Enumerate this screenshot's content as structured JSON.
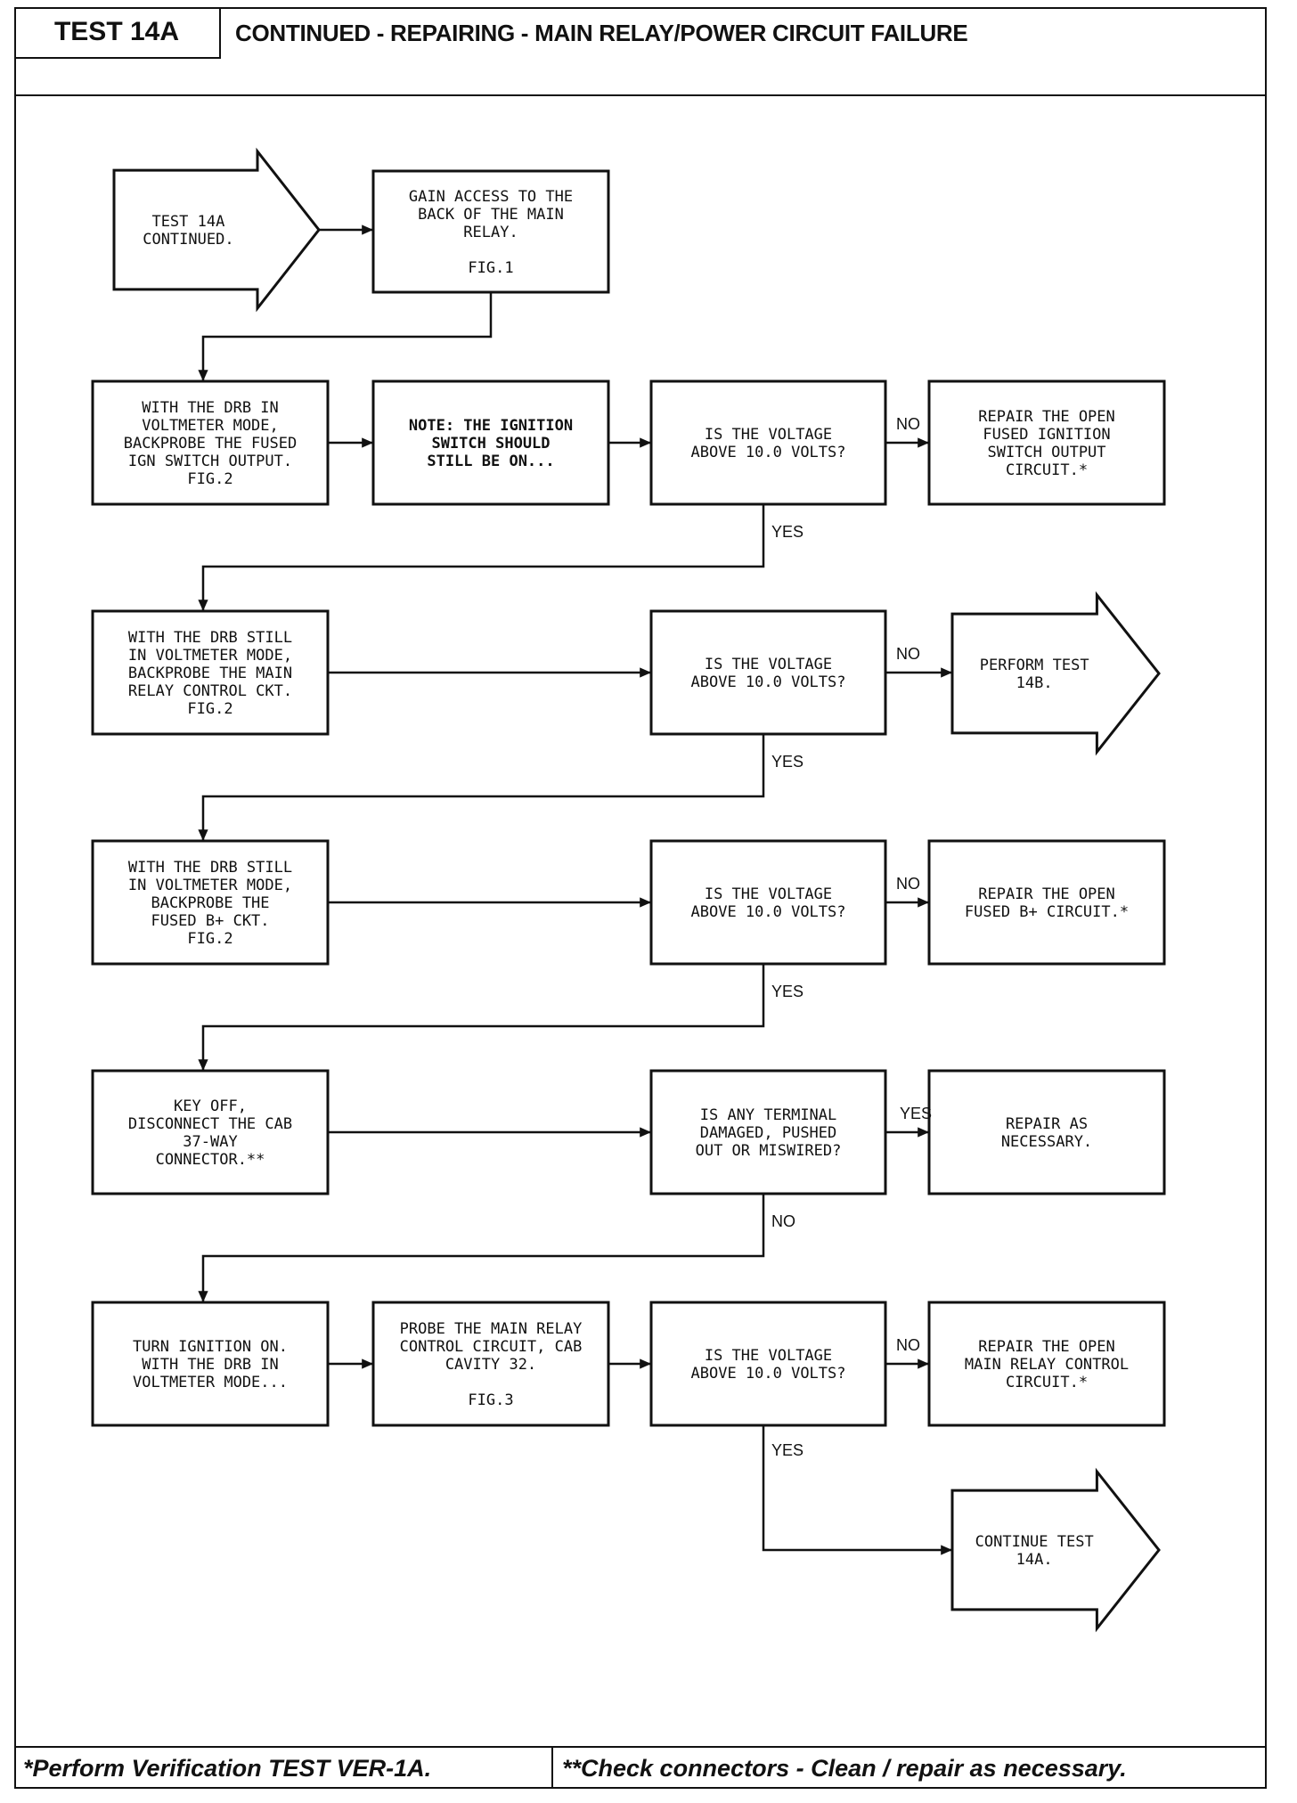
{
  "header": {
    "test_id": "TEST 14A",
    "title": "CONTINUED - REPAIRING - MAIN RELAY/POWER CIRCUIT FAILURE"
  },
  "footer": {
    "note_single": "*Perform Verification TEST VER-1A.",
    "note_double": "**Check connectors - Clean / repair as necessary."
  },
  "flow": {
    "start": [
      "TEST 14A",
      "CONTINUED."
    ],
    "gain_access": [
      "GAIN ACCESS TO THE",
      "BACK OF THE MAIN",
      "RELAY.",
      "",
      "FIG.1"
    ],
    "row1": {
      "action": [
        "WITH THE DRB IN",
        "VOLTMETER MODE,",
        "BACKPROBE THE FUSED",
        "IGN SWITCH OUTPUT.",
        "FIG.2"
      ],
      "note": [
        "NOTE: THE IGNITION",
        "SWITCH SHOULD",
        "STILL BE ON..."
      ],
      "question": [
        "IS THE VOLTAGE",
        "ABOVE 10.0 VOLTS?"
      ],
      "no_label": "NO",
      "no_result": [
        "REPAIR THE OPEN",
        "FUSED IGNITION",
        "SWITCH OUTPUT",
        "CIRCUIT.*"
      ],
      "yes_label": "YES"
    },
    "row2": {
      "action": [
        "WITH THE DRB STILL",
        "IN VOLTMETER MODE,",
        "BACKPROBE THE MAIN",
        "RELAY CONTROL CKT.",
        "FIG.2"
      ],
      "question": [
        "IS THE VOLTAGE",
        "ABOVE 10.0 VOLTS?"
      ],
      "no_label": "NO",
      "no_result": [
        "PERFORM TEST",
        "14B."
      ],
      "yes_label": "YES"
    },
    "row3": {
      "action": [
        "WITH THE DRB STILL",
        "IN VOLTMETER MODE,",
        "BACKPROBE THE",
        "FUSED B+ CKT.",
        "FIG.2"
      ],
      "question": [
        "IS THE VOLTAGE",
        "ABOVE 10.0 VOLTS?"
      ],
      "no_label": "NO",
      "no_result": [
        "REPAIR THE OPEN",
        "FUSED B+ CIRCUIT.*"
      ],
      "yes_label": "YES"
    },
    "row4": {
      "action": [
        "KEY OFF,",
        "DISCONNECT THE CAB",
        "37-WAY",
        "CONNECTOR.**"
      ],
      "question": [
        "IS ANY TERMINAL",
        "DAMAGED, PUSHED",
        "OUT OR MISWIRED?"
      ],
      "yes_label": "YES",
      "yes_result": [
        "REPAIR AS",
        "NECESSARY."
      ],
      "no_label": "NO"
    },
    "row5": {
      "action": [
        "TURN IGNITION ON.",
        "WITH THE DRB IN",
        "VOLTMETER MODE..."
      ],
      "probe": [
        "PROBE THE MAIN RELAY",
        "CONTROL CIRCUIT, CAB",
        "CAVITY 32.",
        "",
        "FIG.3"
      ],
      "question": [
        "IS THE VOLTAGE",
        "ABOVE 10.0 VOLTS?"
      ],
      "no_label": "NO",
      "no_result": [
        "REPAIR THE OPEN",
        "MAIN RELAY CONTROL",
        "CIRCUIT.*"
      ],
      "yes_label": "YES"
    },
    "end": [
      "CONTINUE TEST",
      "14A."
    ]
  }
}
